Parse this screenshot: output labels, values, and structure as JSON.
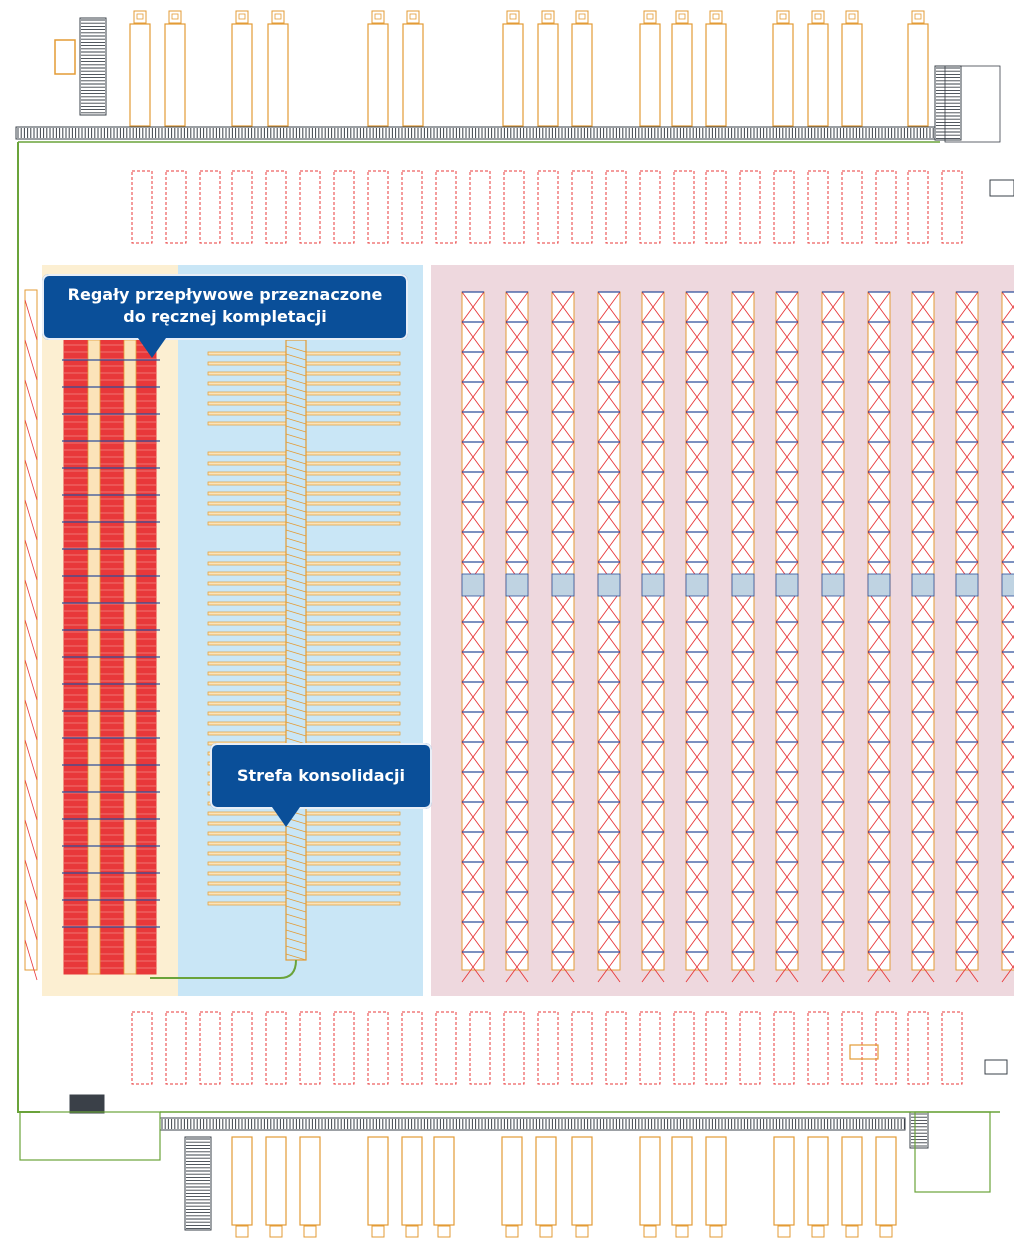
{
  "labels": {
    "flow_racks_line1": "Regały przepływowe przeznaczone",
    "flow_racks_line2": "do ręcznej kompletacji",
    "consolidation": "Strefa konsolidacji"
  },
  "colors": {
    "flow_zone": "#fcefd2",
    "consolidation_zone": "#c9e6f6",
    "pallet_zone": "#eed8de",
    "rack_orange": "#e39b35",
    "rack_red": "#e8383a",
    "beam_blue": "#2f4f9a",
    "conveyor": "#3a4048",
    "callout": "#0a4f99",
    "outline_green": "#6aa33a"
  }
}
